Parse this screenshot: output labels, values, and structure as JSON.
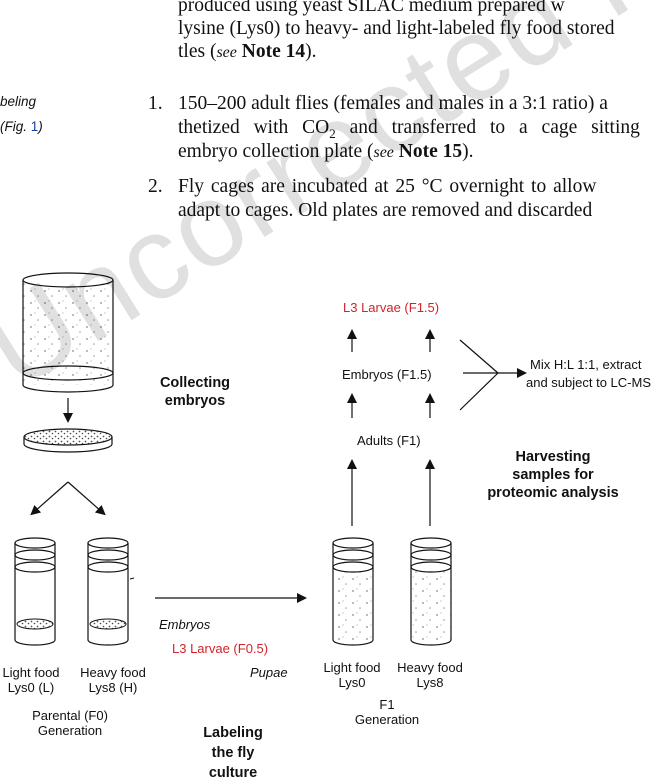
{
  "text": {
    "line1": "produced using yeast SILAC medium prepared w",
    "line2": "lysine (Lys0) to heavy- and light-labeled fly food stored",
    "line3_pre": "tles (",
    "line3_see": "see",
    "line3_note": "Note 14",
    "line3_post": ").",
    "side_label1": "beling",
    "side_label2_pre": "(Fig. ",
    "side_label2_num": "1",
    "side_label2_post": ")",
    "item1_num": "1.",
    "item1_l1": "150–200 adult flies (females and males in a 3:1 ratio) a",
    "item1_l2a": "thetized with CO",
    "item1_l2sub": "2",
    "item1_l2b": " and transferred to a cage sitting",
    "item1_l3_pre": "embryo collection plate (",
    "item1_l3_see": "see",
    "item1_l3_note": "Note 15",
    "item1_l3_post": ").",
    "item2_num": "2.",
    "item2_l1": "Fly cages are incubated at 25 °C overnight to allow",
    "item2_l2": "adapt to cages. Old plates are removed and discarded"
  },
  "watermark": "Uncorrected Proof",
  "figure": {
    "l3_f15": "L3 Larvae (F1.5)",
    "embryos_f15": "Embryos (F1.5)",
    "adults_f1": "Adults (F1)",
    "mix_l1": "Mix H:L 1:1, extract",
    "mix_l2": "and subject to LC-MS",
    "collecting_l1": "Collecting",
    "collecting_l2": "embryos",
    "harvest_l1": "Harvesting",
    "harvest_l2": "samples for",
    "harvest_l3": "proteomic analysis",
    "embryos_it": "Embryos",
    "l3_f05": "L3 Larvae (F0.5)",
    "pupae": "Pupae",
    "light_food": "Light food",
    "lys0_l": "Lys0 (L)",
    "heavy_food": "Heavy food",
    "lys8_h": "Lys8 (H)",
    "parental_l1": "Parental (F0)",
    "parental_l2": "Generation",
    "labeling_l1": "Labeling",
    "labeling_l2": "the fly",
    "labeling_l3": "culture",
    "light_food2": "Light food",
    "lys0": "Lys0",
    "heavy_food2": "Heavy food",
    "lys8": "Lys8",
    "f1_l1": "F1",
    "f1_l2": "Generation"
  },
  "colors": {
    "red_label": "#d2232a",
    "fig_blue": "#1a3fa0"
  }
}
